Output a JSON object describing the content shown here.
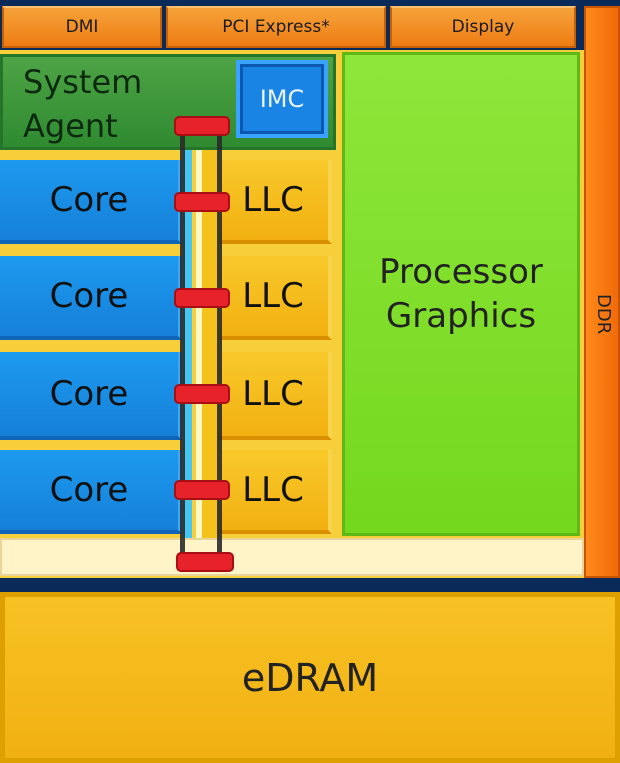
{
  "io": {
    "dmi": "DMI",
    "pcie": "PCI Express*",
    "display": "Display"
  },
  "system_agent": {
    "line1": "System",
    "line2": "Agent",
    "imc": "IMC"
  },
  "cores": [
    {
      "core": "Core",
      "llc": "LLC"
    },
    {
      "core": "Core",
      "llc": "LLC"
    },
    {
      "core": "Core",
      "llc": "LLC"
    },
    {
      "core": "Core",
      "llc": "LLC"
    }
  ],
  "graphics": {
    "line1": "Processor",
    "line2": "Graphics"
  },
  "ddr": "DDR",
  "edram": "eDRAM",
  "colors": {
    "core": "#1680d8",
    "llc": "#f2b011",
    "graphics": "#74d81e",
    "system_agent": "#2f8a30",
    "io": "#ee7d13",
    "ring_stop": "#e8222a",
    "background": "#0a2a5a"
  }
}
